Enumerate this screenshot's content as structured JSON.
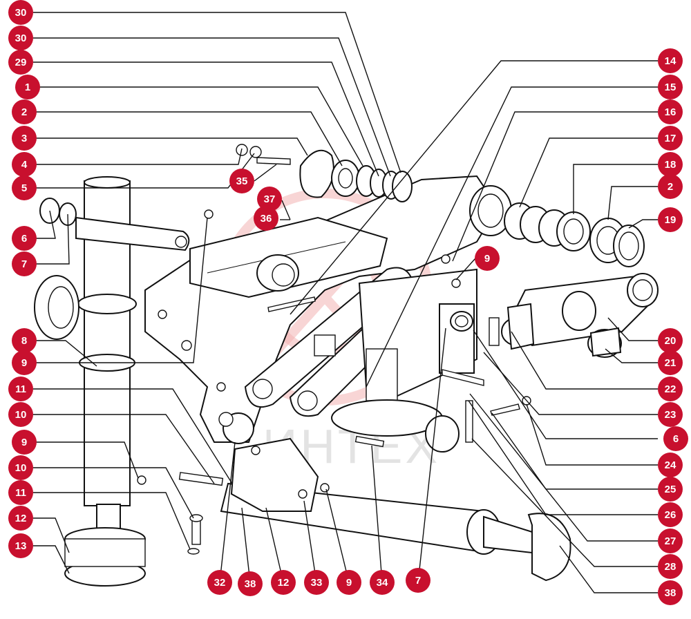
{
  "watermark": {
    "text": "ИНТЕХ"
  },
  "colors": {
    "callout_fill": "#c8102e",
    "callout_text": "#ffffff",
    "line": "#111111"
  },
  "callouts": {
    "left": [
      "30",
      "30",
      "29",
      "1",
      "2",
      "3",
      "4",
      "5",
      "6",
      "7",
      "8",
      "9",
      "11",
      "10",
      "9",
      "10",
      "11",
      "12",
      "13"
    ],
    "right": [
      "14",
      "15",
      "16",
      "17",
      "18",
      "2",
      "19",
      "20",
      "21",
      "22",
      "23",
      "6",
      "24",
      "25",
      "26",
      "27",
      "28",
      "38"
    ],
    "bottom": [
      "32",
      "38",
      "12",
      "33",
      "9",
      "34",
      "7"
    ],
    "floating": [
      "35",
      "37",
      "36",
      "9"
    ]
  }
}
